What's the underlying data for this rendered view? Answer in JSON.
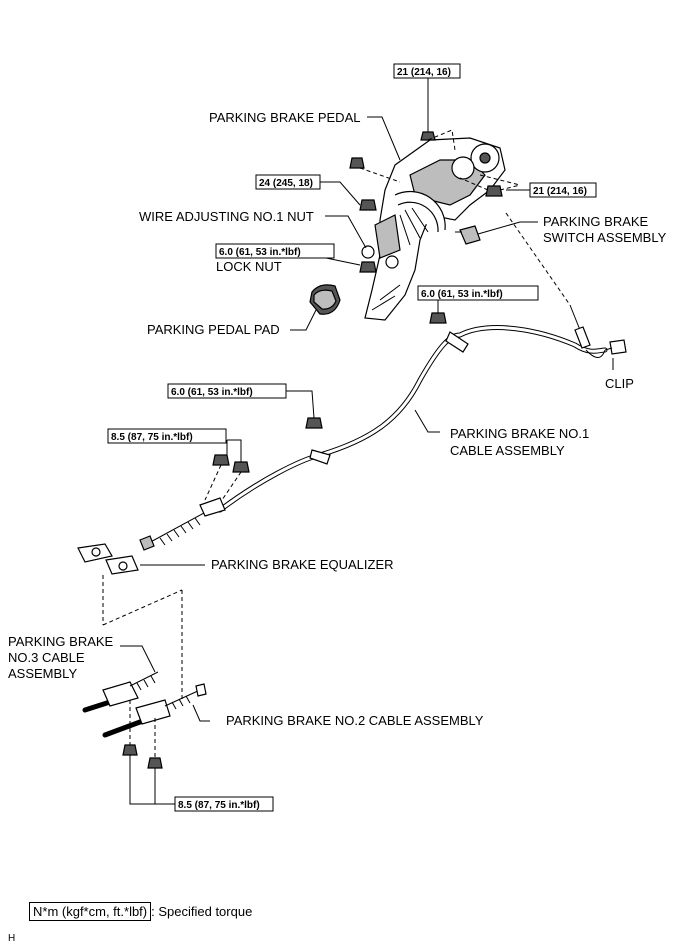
{
  "labels": {
    "parking_brake_pedal": "PARKING BRAKE PEDAL",
    "wire_adjusting_nut": "WIRE ADJUSTING NO.1 NUT",
    "lock_nut": "LOCK NUT",
    "switch_line1": "PARKING BRAKE",
    "switch_line2": "SWITCH ASSEMBLY",
    "pedal_pad": "PARKING PEDAL PAD",
    "clip": "CLIP",
    "no1_cable_line1": "PARKING BRAKE NO.1",
    "no1_cable_line2": "CABLE ASSEMBLY",
    "equalizer": "PARKING BRAKE EQUALIZER",
    "no3_cable_line1": "PARKING BRAKE",
    "no3_cable_line2": "NO.3 CABLE",
    "no3_cable_line3": "ASSEMBLY",
    "no2_cable": "PARKING BRAKE NO.2 CABLE ASSEMBLY"
  },
  "torques": {
    "top": "21 (214, 16)",
    "left_bolt": "24 (245, 18)",
    "right_bolt": "21 (214, 16)",
    "lock_nut": "6.0 (61, 53 in.*lbf)",
    "cable_nut_upper": "6.0 (61, 53 in.*lbf)",
    "cable_nut_mid": "6.0 (61, 53 in.*lbf)",
    "equalizer_nuts": "8.5 (87, 75 in.*lbf)",
    "bottom_bolts": "8.5 (87, 75 in.*lbf)"
  },
  "legend": {
    "unit": "N*m (kgf*cm, ft.*lbf)",
    "text": ": Specified torque"
  },
  "corner_mark": "H"
}
